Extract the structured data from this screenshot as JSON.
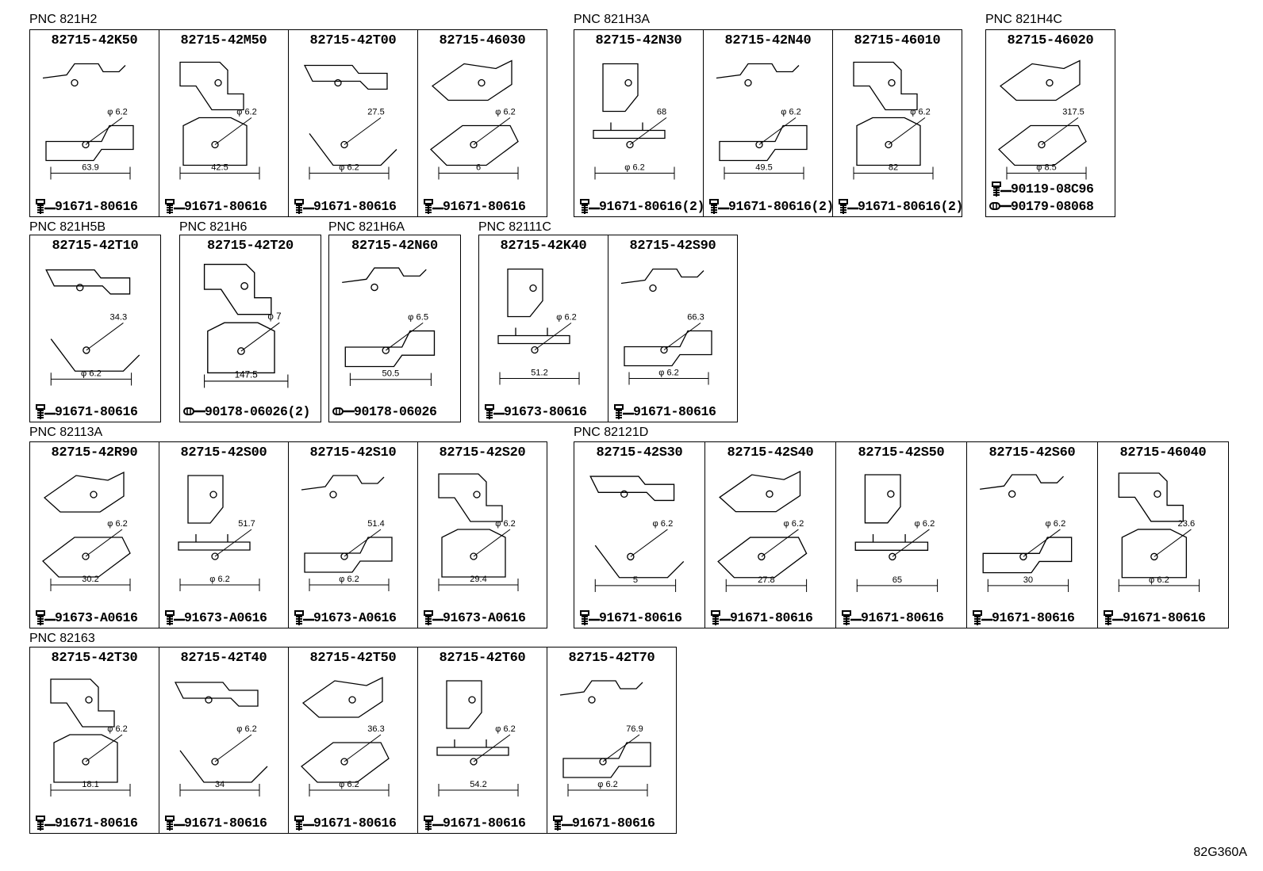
{
  "diagram_id": "82G360A",
  "groups": [
    {
      "label": "PNC 821H2",
      "parts": [
        {
          "pn": "82715-42K50",
          "dims": [
            "φ 6.2",
            "63.9"
          ],
          "fasteners": [
            {
              "type": "bolt",
              "pn": "91671-80616"
            }
          ]
        },
        {
          "pn": "82715-42M50",
          "dims": [
            "φ 6.2",
            "42.5"
          ],
          "fasteners": [
            {
              "type": "bolt",
              "pn": "91671-80616"
            }
          ]
        },
        {
          "pn": "82715-42T00",
          "dims": [
            "27.5",
            "φ 6.2"
          ],
          "fasteners": [
            {
              "type": "bolt",
              "pn": "91671-80616"
            }
          ]
        },
        {
          "pn": "82715-46030",
          "dims": [
            "φ 6.2",
            "6"
          ],
          "fasteners": [
            {
              "type": "bolt",
              "pn": "91671-80616"
            }
          ]
        }
      ]
    },
    {
      "label": "PNC 821H3A",
      "parts": [
        {
          "pn": "82715-42N30",
          "dims": [
            "68",
            "φ 6.2"
          ],
          "fasteners": [
            {
              "type": "bolt",
              "pn": "91671-80616(2)"
            }
          ]
        },
        {
          "pn": "82715-42N40",
          "dims": [
            "φ 6.2",
            "49.5"
          ],
          "fasteners": [
            {
              "type": "bolt",
              "pn": "91671-80616(2)"
            }
          ]
        },
        {
          "pn": "82715-46010",
          "dims": [
            "φ 6.2",
            "82"
          ],
          "fasteners": [
            {
              "type": "bolt",
              "pn": "91671-80616(2)"
            }
          ]
        }
      ]
    },
    {
      "label": "PNC 821H4C",
      "parts": [
        {
          "pn": "82715-46020",
          "dims": [
            "317.5",
            "φ 8.5"
          ],
          "fasteners": [
            {
              "type": "bolt",
              "pn": "90119-08C96"
            },
            {
              "type": "clip",
              "pn": "90179-08068"
            }
          ]
        }
      ]
    },
    {
      "label": "PNC 821H5B",
      "parts": [
        {
          "pn": "82715-42T10",
          "dims": [
            "34.3",
            "φ 6.2"
          ],
          "fasteners": [
            {
              "type": "bolt",
              "pn": "91671-80616"
            }
          ]
        }
      ]
    },
    {
      "label": "PNC 821H6",
      "parts": [
        {
          "pn": "82715-42T20",
          "dims": [
            "φ 7",
            "147.5"
          ],
          "fasteners": [
            {
              "type": "clip",
              "pn": "90178-06026(2)"
            }
          ]
        }
      ]
    },
    {
      "label": "PNC 821H6A",
      "parts": [
        {
          "pn": "82715-42N60",
          "dims": [
            "φ 6.5",
            "50.5"
          ],
          "fasteners": [
            {
              "type": "clip",
              "pn": "90178-06026"
            }
          ]
        }
      ]
    },
    {
      "label": "PNC 82111C",
      "parts": [
        {
          "pn": "82715-42K40",
          "dims": [
            "φ 6.2",
            "51.2"
          ],
          "fasteners": [
            {
              "type": "bolt",
              "pn": "91673-80616"
            }
          ]
        },
        {
          "pn": "82715-42S90",
          "dims": [
            "66.3",
            "φ 6.2"
          ],
          "fasteners": [
            {
              "type": "bolt",
              "pn": "91671-80616"
            }
          ]
        }
      ]
    },
    {
      "label": "PNC 82113A",
      "parts": [
        {
          "pn": "82715-42R90",
          "dims": [
            "φ 6.2",
            "30.2"
          ],
          "fasteners": [
            {
              "type": "bolt",
              "pn": "91673-A0616"
            }
          ]
        },
        {
          "pn": "82715-42S00",
          "dims": [
            "51.7",
            "φ 6.2"
          ],
          "fasteners": [
            {
              "type": "bolt",
              "pn": "91673-A0616"
            }
          ]
        },
        {
          "pn": "82715-42S10",
          "dims": [
            "51.4",
            "φ 6.2"
          ],
          "fasteners": [
            {
              "type": "bolt",
              "pn": "91673-A0616"
            }
          ]
        },
        {
          "pn": "82715-42S20",
          "dims": [
            "φ 6.2",
            "29.4"
          ],
          "fasteners": [
            {
              "type": "bolt",
              "pn": "91673-A0616"
            }
          ]
        }
      ]
    },
    {
      "label": "PNC 82121D",
      "parts": [
        {
          "pn": "82715-42S30",
          "dims": [
            "φ 6.2",
            "5"
          ],
          "fasteners": [
            {
              "type": "bolt",
              "pn": "91671-80616"
            }
          ]
        },
        {
          "pn": "82715-42S40",
          "dims": [
            "φ 6.2",
            "27.8"
          ],
          "fasteners": [
            {
              "type": "bolt",
              "pn": "91671-80616"
            }
          ]
        },
        {
          "pn": "82715-42S50",
          "dims": [
            "φ 6.2",
            "65"
          ],
          "fasteners": [
            {
              "type": "bolt",
              "pn": "91671-80616"
            }
          ]
        },
        {
          "pn": "82715-42S60",
          "dims": [
            "φ 6.2",
            "30"
          ],
          "fasteners": [
            {
              "type": "bolt",
              "pn": "91671-80616"
            }
          ]
        },
        {
          "pn": "82715-46040",
          "dims": [
            "23.6",
            "φ 6.2"
          ],
          "fasteners": [
            {
              "type": "bolt",
              "pn": "91671-80616"
            }
          ]
        }
      ]
    },
    {
      "label": "PNC 82163",
      "parts": [
        {
          "pn": "82715-42T30",
          "dims": [
            "φ 6.2",
            "18.1"
          ],
          "fasteners": [
            {
              "type": "bolt",
              "pn": "91671-80616"
            }
          ]
        },
        {
          "pn": "82715-42T40",
          "dims": [
            "φ 6.2",
            "34"
          ],
          "fasteners": [
            {
              "type": "bolt",
              "pn": "91671-80616"
            }
          ]
        },
        {
          "pn": "82715-42T50",
          "dims": [
            "36.3",
            "φ 6.2"
          ],
          "fasteners": [
            {
              "type": "bolt",
              "pn": "91671-80616"
            }
          ]
        },
        {
          "pn": "82715-42T60",
          "dims": [
            "φ 6.2",
            "54.2"
          ],
          "fasteners": [
            {
              "type": "bolt",
              "pn": "91671-80616"
            }
          ]
        },
        {
          "pn": "82715-42T70",
          "dims": [
            "76.9",
            "φ 6.2"
          ],
          "fasteners": [
            {
              "type": "bolt",
              "pn": "91671-80616"
            }
          ]
        }
      ]
    }
  ]
}
